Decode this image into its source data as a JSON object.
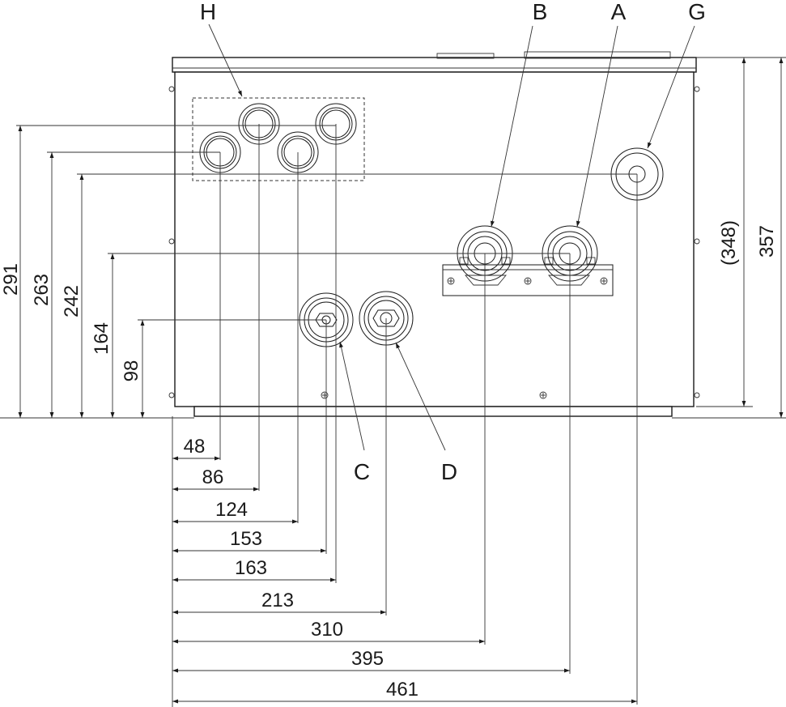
{
  "callouts": {
    "H": "H",
    "B": "B",
    "A": "A",
    "G": "G",
    "C": "C",
    "D": "D"
  },
  "dimensions": {
    "vertical_left": [
      "291",
      "263",
      "242",
      "164",
      "98"
    ],
    "vertical_right": [
      "(348)",
      "357"
    ],
    "horizontal": [
      "48",
      "86",
      "124",
      "153",
      "163",
      "213",
      "310",
      "395",
      "461"
    ]
  }
}
